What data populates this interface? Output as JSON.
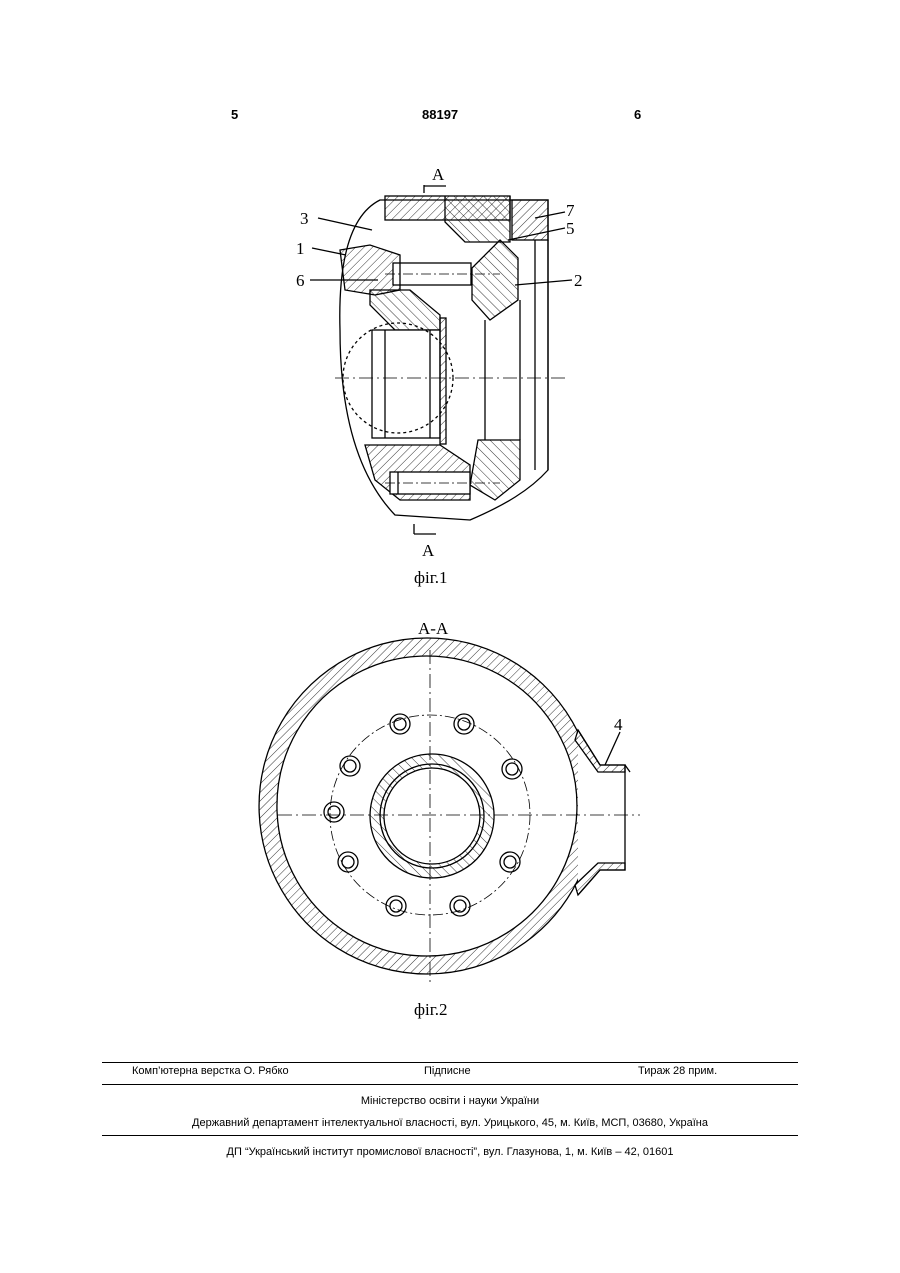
{
  "header": {
    "left_page": "5",
    "patent_number": "88197",
    "right_page": "6"
  },
  "fig1": {
    "caption": "фіг.1",
    "section_mark": "А",
    "callouts": [
      "3",
      "1",
      "6",
      "7",
      "5",
      "2"
    ]
  },
  "fig2": {
    "caption": "фіг.2",
    "section_title": "А-А",
    "callouts": [
      "4"
    ]
  },
  "footer": {
    "typesetter": "Комп’ютерна верстка О. Рябко",
    "signed": "Підписне",
    "print_run": "Тираж 28 прим.",
    "ministry": "Міністерство освіти і науки України",
    "department": "Державний департамент інтелектуальної власності, вул. Урицького, 45, м. Київ, МСП, 03680, Україна",
    "institute": "ДП “Український інститут промислової власності”, вул. Глазунова, 1, м. Київ – 42, 01601"
  }
}
